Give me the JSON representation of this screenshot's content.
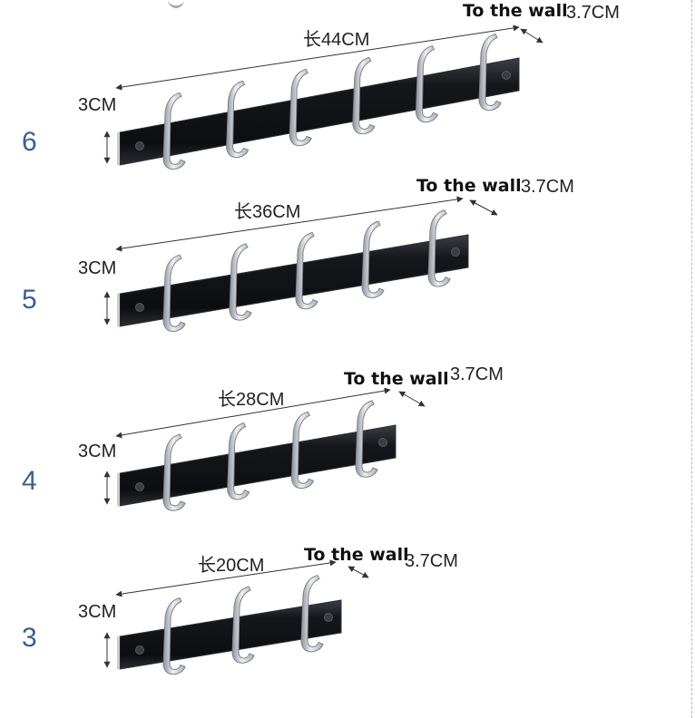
{
  "variants": [
    {
      "number": "6",
      "length_label": "长44CM",
      "height_label": "3CM",
      "wall_text": "To the wall",
      "wall_value": "3.7CM",
      "hooks": 6
    },
    {
      "number": "5",
      "length_label": "长36CM",
      "height_label": "3CM",
      "wall_text": "To the wall",
      "wall_value": "3.7CM",
      "hooks": 5
    },
    {
      "number": "4",
      "length_label": "长28CM",
      "height_label": "3CM",
      "wall_text": "To the wall",
      "wall_value": "3.7CM",
      "hooks": 4
    },
    {
      "number": "3",
      "length_label": "长20CM",
      "height_label": "3CM",
      "wall_text": "To the wall",
      "wall_value": "3.7CM",
      "hooks": 3
    }
  ],
  "colors": {
    "rail": "#15171b",
    "rail_edge": "#3b3f46",
    "hook": "#c9cdd3",
    "hook_shadow": "#8d939b",
    "number": "#3b5e93",
    "arrow": "#333333"
  }
}
